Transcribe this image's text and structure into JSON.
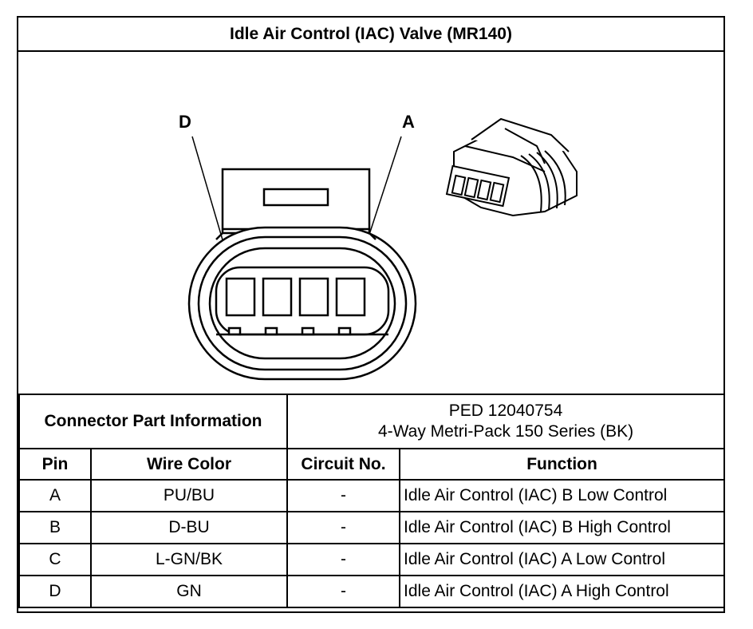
{
  "title": "Idle Air Control (IAC) Valve (MR140)",
  "figure": {
    "pin_label_left": "D",
    "pin_label_right": "A"
  },
  "connector": {
    "label": "Connector Part Information",
    "part_line1": "PED 12040754",
    "part_line2": "4-Way Metri-Pack 150 Series (BK)"
  },
  "table": {
    "headers": [
      "Pin",
      "Wire Color",
      "Circuit No.",
      "Function"
    ],
    "rows": [
      {
        "pin": "A",
        "wire": "PU/BU",
        "circuit": "-",
        "function": "Idle Air Control (IAC) B Low Control"
      },
      {
        "pin": "B",
        "wire": "D-BU",
        "circuit": "-",
        "function": "Idle Air Control (IAC) B High Control"
      },
      {
        "pin": "C",
        "wire": "L-GN/BK",
        "circuit": "-",
        "function": "Idle Air Control (IAC) A Low Control"
      },
      {
        "pin": "D",
        "wire": "GN",
        "circuit": "-",
        "function": "Idle Air Control (IAC) A High Control"
      }
    ]
  }
}
